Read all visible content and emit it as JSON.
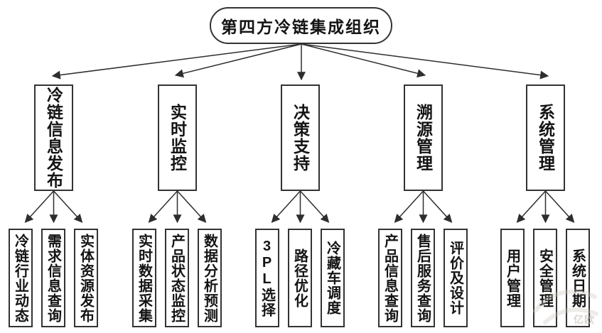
{
  "root": {
    "label": "第四方冷链集成组织"
  },
  "branches": [
    {
      "label": "冷链信息发布",
      "children": [
        "冷链行业动态",
        "需求信息查询",
        "实体资源发布"
      ]
    },
    {
      "label": "实时监控",
      "children": [
        "实时数据采集",
        "产品状态监控",
        "数据分析预测"
      ]
    },
    {
      "label": "决策支持",
      "children": [
        "3PL选择",
        "路径优化",
        "冷藏车调度"
      ]
    },
    {
      "label": "溯源管理",
      "children": [
        "产品信息查询",
        "售后服务查询",
        "评价及设计"
      ]
    },
    {
      "label": "系统管理",
      "children": [
        "用户管理",
        "安全管理",
        "系统日期"
      ]
    }
  ],
  "watermark": "亿欧",
  "colors": {
    "background": "#ffffff",
    "line": "#2e2e2e",
    "box_border": "#333333",
    "text": "#141414",
    "watermark": "#beb9b2"
  }
}
